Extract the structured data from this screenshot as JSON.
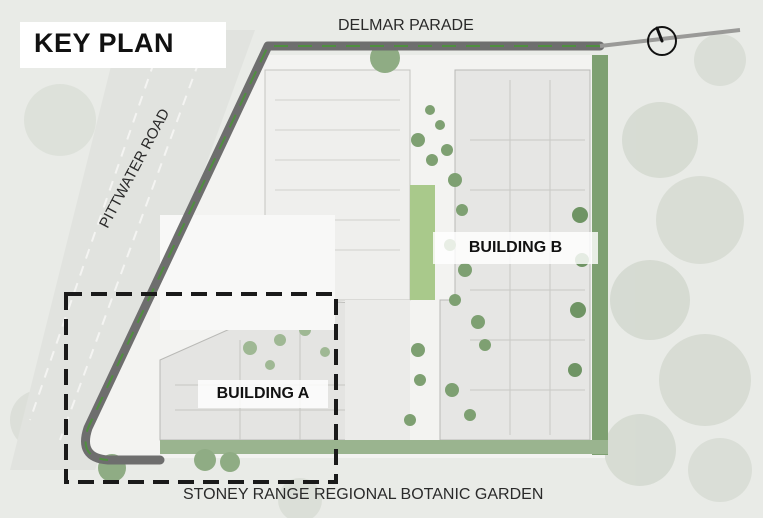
{
  "title": "KEY PLAN",
  "streets": {
    "top": "DELMAR PARADE",
    "left": "PITTWATER ROAD",
    "bottom": "STONEY RANGE REGIONAL BOTANIC GARDEN"
  },
  "buildings": {
    "a": "BUILDING A",
    "b": "BUILDING B"
  },
  "icons": {
    "north": "north-arrow-icon"
  },
  "colors": {
    "site_boundary": "#6e6e6e",
    "boundary_accent": "#4f8f3f",
    "focus_box": "#1a1a1a",
    "vegetation": "#7ea072",
    "lawn": "#a9c98b"
  }
}
